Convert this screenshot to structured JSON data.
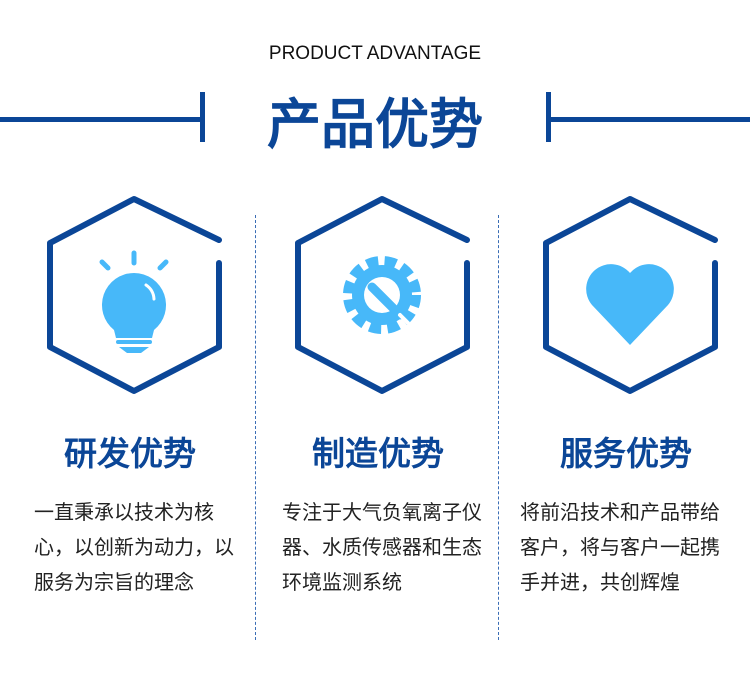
{
  "header": {
    "subtitle": "PRODUCT ADVANTAGE",
    "title": "产品优势"
  },
  "colors": {
    "primary": "#0b4697",
    "icon": "#47b8f9"
  },
  "columns": [
    {
      "icon": "lightbulb-icon",
      "title": "研发优势",
      "description": "一直秉承以技术为核心，以创新为动力，以服务为宗旨的理念"
    },
    {
      "icon": "gear-wrench-icon",
      "title": "制造优势",
      "description": "专注于大气负氧离子仪器、水质传感器和生态环境监测系统"
    },
    {
      "icon": "heart-icon",
      "title": "服务优势",
      "description": "将前沿技术和产品带给客户，将与客户一起携手并进，共创辉煌"
    }
  ]
}
